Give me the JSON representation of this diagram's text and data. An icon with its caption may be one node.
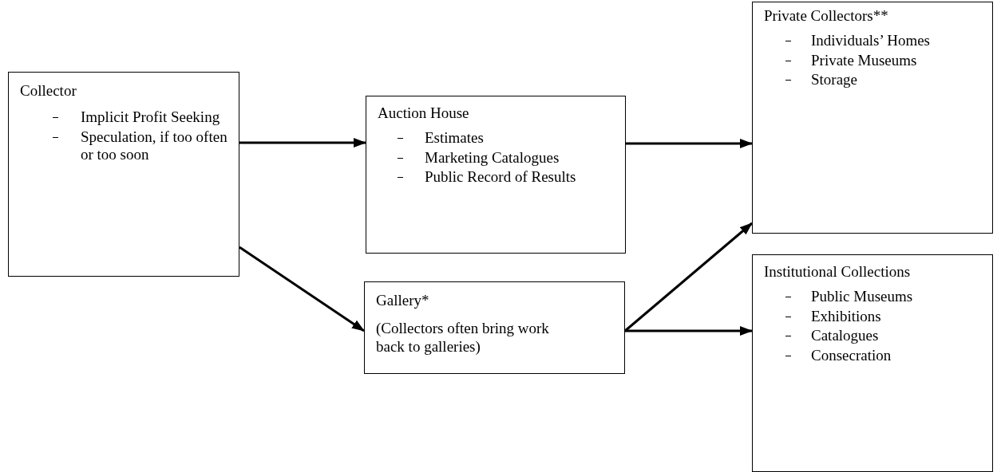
{
  "diagram": {
    "nodes": [
      {
        "text": [
          "Collector",
          "Implicit Profit Seeking",
          "Speculation, if too often or too soon"
        ]
      },
      {
        "text": [
          "Auction House",
          "Estimates",
          "Marketing Catalogues",
          "Public Record of Results"
        ]
      },
      {
        "text": [
          "Private Collectors**",
          "Individuals’ Homes",
          "Private Museums",
          "Storage"
        ]
      },
      {
        "text": [
          "Gallery*",
          "(Collectors often bring work back to galleries)"
        ]
      },
      {
        "text": [
          "Institutional Collections",
          "Public Museums",
          "Exhibitions",
          "Catalogues",
          "Consecration"
        ]
      }
    ],
    "edges": [
      {
        "from": 0,
        "to": 1,
        "arrow": "to"
      },
      {
        "from": 1,
        "to": 2,
        "arrow": "to"
      },
      {
        "from": 0,
        "to": 3,
        "arrow": "to"
      },
      {
        "from": 3,
        "to": 2,
        "arrow": "to"
      },
      {
        "from": 3,
        "to": 4,
        "arrow": "to"
      }
    ]
  }
}
